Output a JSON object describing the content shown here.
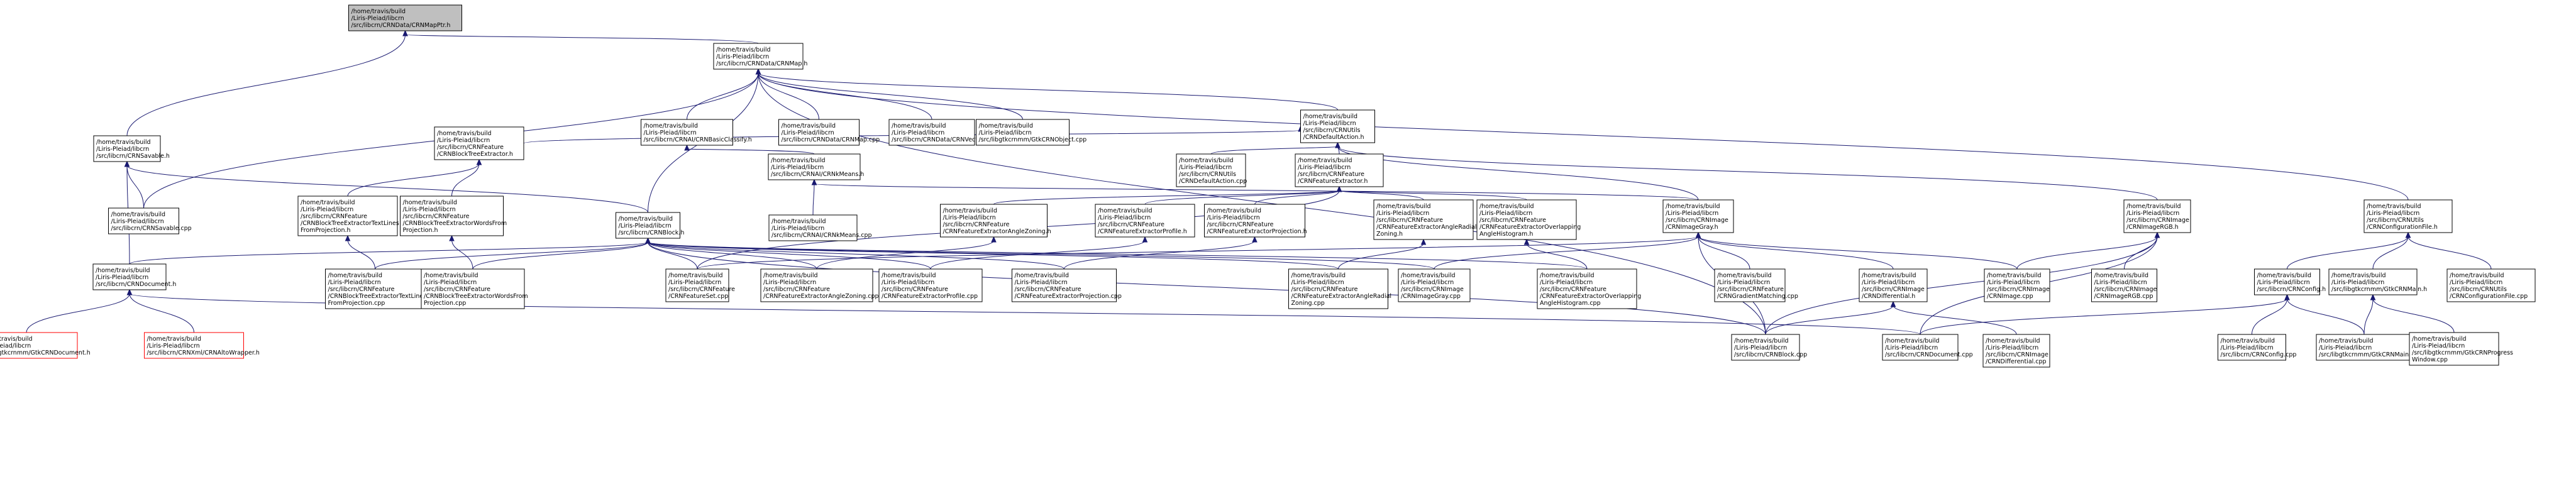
{
  "diagram": {
    "type": "include-dependency-graph",
    "colors": {
      "edge": "#191970",
      "root_fill": "#bfbfbf",
      "node_border": "#000000",
      "missing_border": "#ff0000",
      "node_fill": "#ffffff"
    },
    "nodes": [
      {
        "id": "map_ptr_h",
        "lines": [
          "/home/travis/build",
          "/Liris-Pleiad/libcrn",
          "/src/libcrn/CRNData/CRNMapPtr.h"
        ],
        "style": "root"
      },
      {
        "id": "map_h",
        "lines": [
          "/home/travis/build",
          "/Liris-Pleiad/libcrn",
          "/src/libcrn/CRNData/CRNMap.h"
        ],
        "style": "normal"
      },
      {
        "id": "savable_h",
        "lines": [
          "/home/travis/build",
          "/Liris-Pleiad/libcrn",
          "/src/libcrn/CRNSavable.h"
        ],
        "style": "normal"
      },
      {
        "id": "basic_classify_h",
        "lines": [
          "/home/travis/build",
          "/Liris-Pleiad/libcrn",
          "/src/libcrn/CRNAI/CRNBasicClassify.h"
        ],
        "style": "normal"
      },
      {
        "id": "map_cpp",
        "lines": [
          "/home/travis/build",
          "/Liris-Pleiad/libcrn",
          "/src/libcrn/CRNData/CRNMap.cpp"
        ],
        "style": "normal"
      },
      {
        "id": "vector_cpp",
        "lines": [
          "/home/travis/build",
          "/Liris-Pleiad/libcrn",
          "/src/libcrn/CRNData/CRNVector.cpp"
        ],
        "style": "normal"
      },
      {
        "id": "gtk_object_cpp",
        "lines": [
          "/home/travis/build",
          "/Liris-Pleiad/libcrn",
          "/src/libgtkcrnmm/GtkCRNObject.cpp"
        ],
        "style": "normal"
      },
      {
        "id": "default_action_h",
        "lines": [
          "/home/travis/build",
          "/Liris-Pleiad/libcrn",
          "/src/libcrn/CRNUtils",
          "/CRNDefaultAction.h"
        ],
        "style": "normal"
      },
      {
        "id": "block_tree_extractor_h",
        "lines": [
          "/home/travis/build",
          "/Liris-Pleiad/libcrn",
          "/src/libcrn/CRNFeature",
          "/CRNBlockTreeExtractor.h"
        ],
        "style": "normal"
      },
      {
        "id": "kmeans_h",
        "lines": [
          "/home/travis/build",
          "/Liris-Pleiad/libcrn",
          "/src/libcrn/CRNAI/CRNkMeans.h"
        ],
        "style": "normal"
      },
      {
        "id": "default_action_cpp",
        "lines": [
          "/home/travis/build",
          "/Liris-Pleiad/libcrn",
          "/src/libcrn/CRNUtils",
          "/CRNDefaultAction.cpp"
        ],
        "style": "normal"
      },
      {
        "id": "feature_extractor_h",
        "lines": [
          "/home/travis/build",
          "/Liris-Pleiad/libcrn",
          "/src/libcrn/CRNFeature",
          "/CRNFeatureExtractor.h"
        ],
        "style": "normal"
      },
      {
        "id": "savable_cpp",
        "lines": [
          "/home/travis/build",
          "/Liris-Pleiad/libcrn",
          "/src/libcrn/CRNSavable.cpp"
        ],
        "style": "normal"
      },
      {
        "id": "bte_text_lines_h",
        "lines": [
          "/home/travis/build",
          "/Liris-Pleiad/libcrn",
          "/src/libcrn/CRNFeature",
          "/CRNBlockTreeExtractorTextLines",
          "FromProjection.h"
        ],
        "style": "normal"
      },
      {
        "id": "bte_words_h",
        "lines": [
          "/home/travis/build",
          "/Liris-Pleiad/libcrn",
          "/src/libcrn/CRNFeature",
          "/CRNBlockTreeExtractorWordsFrom",
          "Projection.h"
        ],
        "style": "normal"
      },
      {
        "id": "block_h",
        "lines": [
          "/home/travis/build",
          "/Liris-Pleiad/libcrn",
          "/src/libcrn/CRNBlock.h"
        ],
        "style": "normal"
      },
      {
        "id": "kmeans_cpp",
        "lines": [
          "/home/travis/build",
          "/Liris-Pleiad/libcrn",
          "/src/libcrn/CRNAI/CRNkMeans.cpp"
        ],
        "style": "normal"
      },
      {
        "id": "fe_angle_zoning_h",
        "lines": [
          "/home/travis/build",
          "/Liris-Pleiad/libcrn",
          "/src/libcrn/CRNFeature",
          "/CRNFeatureExtractorAngleZoning.h"
        ],
        "style": "normal"
      },
      {
        "id": "fe_profile_h",
        "lines": [
          "/home/travis/build",
          "/Liris-Pleiad/libcrn",
          "/src/libcrn/CRNFeature",
          "/CRNFeatureExtractorProfile.h"
        ],
        "style": "normal"
      },
      {
        "id": "fe_projection_h",
        "lines": [
          "/home/travis/build",
          "/Liris-Pleiad/libcrn",
          "/src/libcrn/CRNFeature",
          "/CRNFeatureExtractorProjection.h"
        ],
        "style": "normal"
      },
      {
        "id": "fe_angle_radial_zoning_h",
        "lines": [
          "/home/travis/build",
          "/Liris-Pleiad/libcrn",
          "/src/libcrn/CRNFeature",
          "/CRNFeatureExtractorAngleRadial",
          "Zoning.h"
        ],
        "style": "normal"
      },
      {
        "id": "fe_overlapping_h",
        "lines": [
          "/home/travis/build",
          "/Liris-Pleiad/libcrn",
          "/src/libcrn/CRNFeature",
          "/CRNFeatureExtractorOverlapping",
          "AngleHistogram.h"
        ],
        "style": "normal"
      },
      {
        "id": "image_gray_h",
        "lines": [
          "/home/travis/build",
          "/Liris-Pleiad/libcrn",
          "/src/libcrn/CRNImage",
          "/CRNImageGray.h"
        ],
        "style": "normal"
      },
      {
        "id": "image_rgb_h",
        "lines": [
          "/home/travis/build",
          "/Liris-Pleiad/libcrn",
          "/src/libcrn/CRNImage",
          "/CRNImageRGB.h"
        ],
        "style": "normal"
      },
      {
        "id": "configuration_file_h",
        "lines": [
          "/home/travis/build",
          "/Liris-Pleiad/libcrn",
          "/src/libcrn/CRNUtils",
          "/CRNConfigurationFile.h"
        ],
        "style": "normal"
      },
      {
        "id": "document_h",
        "lines": [
          "/home/travis/build",
          "/Liris-Pleiad/libcrn",
          "/src/libcrn/CRNDocument.h"
        ],
        "style": "normal"
      },
      {
        "id": "bte_text_lines_cpp",
        "lines": [
          "/home/travis/build",
          "/Liris-Pleiad/libcrn",
          "/src/libcrn/CRNFeature",
          "/CRNBlockTreeExtractorTextLines",
          "FromProjection.cpp"
        ],
        "style": "normal"
      },
      {
        "id": "bte_words_cpp",
        "lines": [
          "/home/travis/build",
          "/Liris-Pleiad/libcrn",
          "/src/libcrn/CRNFeature",
          "/CRNBlockTreeExtractorWordsFrom",
          "Projection.cpp"
        ],
        "style": "normal"
      },
      {
        "id": "feature_set_cpp",
        "lines": [
          "/home/travis/build",
          "/Liris-Pleiad/libcrn",
          "/src/libcrn/CRNFeature",
          "/CRNFeatureSet.cpp"
        ],
        "style": "normal"
      },
      {
        "id": "fe_angle_zoning_cpp",
        "lines": [
          "/home/travis/build",
          "/Liris-Pleiad/libcrn",
          "/src/libcrn/CRNFeature",
          "/CRNFeatureExtractorAngleZoning.cpp"
        ],
        "style": "normal"
      },
      {
        "id": "fe_profile_cpp",
        "lines": [
          "/home/travis/build",
          "/Liris-Pleiad/libcrn",
          "/src/libcrn/CRNFeature",
          "/CRNFeatureExtractorProfile.cpp"
        ],
        "style": "normal"
      },
      {
        "id": "fe_projection_cpp",
        "lines": [
          "/home/travis/build",
          "/Liris-Pleiad/libcrn",
          "/src/libcrn/CRNFeature",
          "/CRNFeatureExtractorProjection.cpp"
        ],
        "style": "normal"
      },
      {
        "id": "fe_angle_radial_zoning_cpp",
        "lines": [
          "/home/travis/build",
          "/Liris-Pleiad/libcrn",
          "/src/libcrn/CRNFeature",
          "/CRNFeatureExtractorAngleRadial",
          "Zoning.cpp"
        ],
        "style": "normal"
      },
      {
        "id": "image_gray_cpp",
        "lines": [
          "/home/travis/build",
          "/Liris-Pleiad/libcrn",
          "/src/libcrn/CRNImage",
          "/CRNImageGray.cpp"
        ],
        "style": "normal"
      },
      {
        "id": "fe_overlapping_cpp",
        "lines": [
          "/home/travis/build",
          "/Liris-Pleiad/libcrn",
          "/src/libcrn/CRNFeature",
          "/CRNFeatureExtractorOverlapping",
          "AngleHistogram.cpp"
        ],
        "style": "normal"
      },
      {
        "id": "gradient_matching_cpp",
        "lines": [
          "/home/travis/build",
          "/Liris-Pleiad/libcrn",
          "/src/libcrn/CRNFeature",
          "/CRNGradientMatching.cpp"
        ],
        "style": "normal"
      },
      {
        "id": "differential_h",
        "lines": [
          "/home/travis/build",
          "/Liris-Pleiad/libcrn",
          "/src/libcrn/CRNImage",
          "/CRNDifferential.h"
        ],
        "style": "normal"
      },
      {
        "id": "image_cpp",
        "lines": [
          "/home/travis/build",
          "/Liris-Pleiad/libcrn",
          "/src/libcrn/CRNImage",
          "/CRNImage.cpp"
        ],
        "style": "normal"
      },
      {
        "id": "image_rgb_cpp",
        "lines": [
          "/home/travis/build",
          "/Liris-Pleiad/libcrn",
          "/src/libcrn/CRNImage",
          "/CRNImageRGB.cpp"
        ],
        "style": "normal"
      },
      {
        "id": "config_h",
        "lines": [
          "/home/travis/build",
          "/Liris-Pleiad/libcrn",
          "/src/libcrn/CRNConfig.h"
        ],
        "style": "normal"
      },
      {
        "id": "gtk_crn_main_h",
        "lines": [
          "/home/travis/build",
          "/Liris-Pleiad/libcrn",
          "/src/libgtkcrnmm/GtkCRNMain.h"
        ],
        "style": "normal"
      },
      {
        "id": "configuration_file_cpp",
        "lines": [
          "/home/travis/build",
          "/Liris-Pleiad/libcrn",
          "/src/libcrn/CRNUtils",
          "/CRNConfigurationFile.cpp"
        ],
        "style": "normal"
      },
      {
        "id": "gtk_crn_document_h",
        "lines": [
          "/home/travis/build",
          "/Liris-Pleiad/libcrn",
          "/src/libgtkcrnmm/GtkCRNDocument.h"
        ],
        "style": "missing"
      },
      {
        "id": "alto_wrapper_h",
        "lines": [
          "/home/travis/build",
          "/Liris-Pleiad/libcrn",
          "/src/libcrn/CRNXml/CRNAltoWrapper.h"
        ],
        "style": "missing"
      },
      {
        "id": "block_cpp",
        "lines": [
          "/home/travis/build",
          "/Liris-Pleiad/libcrn",
          "/src/libcrn/CRNBlock.cpp"
        ],
        "style": "normal"
      },
      {
        "id": "document_cpp",
        "lines": [
          "/home/travis/build",
          "/Liris-Pleiad/libcrn",
          "/src/libcrn/CRNDocument.cpp"
        ],
        "style": "normal"
      },
      {
        "id": "differential_cpp",
        "lines": [
          "/home/travis/build",
          "/Liris-Pleiad/libcrn",
          "/src/libcrn/CRNImage",
          "/CRNDifferential.cpp"
        ],
        "style": "normal"
      },
      {
        "id": "config_cpp",
        "lines": [
          "/home/travis/build",
          "/Liris-Pleiad/libcrn",
          "/src/libcrn/CRNConfig.cpp"
        ],
        "style": "normal"
      },
      {
        "id": "gtk_crn_main_cpp",
        "lines": [
          "/home/travis/build",
          "/Liris-Pleiad/libcrn",
          "/src/libgtkcrnmm/GtkCRNMain.cpp"
        ],
        "style": "normal"
      },
      {
        "id": "gtk_crn_progress_window_cpp",
        "lines": [
          "/home/travis/build",
          "/Liris-Pleiad/libcrn",
          "/src/libgtkcrnmm/GtkCRNProgress",
          "Window.cpp"
        ],
        "style": "normal"
      }
    ],
    "edges": [
      [
        "map_ptr_h",
        "map_h"
      ],
      [
        "map_ptr_h",
        "savable_h"
      ],
      [
        "map_h",
        "basic_classify_h"
      ],
      [
        "map_h",
        "map_cpp"
      ],
      [
        "map_h",
        "vector_cpp"
      ],
      [
        "map_h",
        "gtk_object_cpp"
      ],
      [
        "map_h",
        "default_action_h"
      ],
      [
        "map_h",
        "block_h"
      ],
      [
        "map_h",
        "savable_cpp"
      ],
      [
        "map_h",
        "configuration_file_h"
      ],
      [
        "map_h",
        "block_cpp"
      ],
      [
        "savable_h",
        "savable_cpp"
      ],
      [
        "savable_h",
        "document_h"
      ],
      [
        "savable_h",
        "block_h"
      ],
      [
        "basic_classify_h",
        "kmeans_h"
      ],
      [
        "kmeans_h",
        "kmeans_cpp"
      ],
      [
        "kmeans_h",
        "image_gray_h"
      ],
      [
        "default_action_h",
        "block_tree_extractor_h"
      ],
      [
        "default_action_h",
        "default_action_cpp"
      ],
      [
        "default_action_h",
        "feature_extractor_h"
      ],
      [
        "default_action_h",
        "image_gray_h"
      ],
      [
        "default_action_h",
        "image_rgb_h"
      ],
      [
        "block_tree_extractor_h",
        "bte_text_lines_h"
      ],
      [
        "block_tree_extractor_h",
        "bte_words_h"
      ],
      [
        "bte_text_lines_h",
        "bte_text_lines_cpp"
      ],
      [
        "bte_words_h",
        "bte_words_cpp"
      ],
      [
        "feature_extractor_h",
        "fe_angle_zoning_h"
      ],
      [
        "feature_extractor_h",
        "fe_profile_h"
      ],
      [
        "feature_extractor_h",
        "fe_projection_h"
      ],
      [
        "feature_extractor_h",
        "fe_angle_radial_zoning_h"
      ],
      [
        "feature_extractor_h",
        "fe_overlapping_h"
      ],
      [
        "feature_extractor_h",
        "feature_set_cpp"
      ],
      [
        "fe_angle_zoning_h",
        "fe_angle_zoning_cpp"
      ],
      [
        "fe_profile_h",
        "fe_profile_cpp"
      ],
      [
        "fe_projection_h",
        "fe_projection_cpp"
      ],
      [
        "fe_angle_radial_zoning_h",
        "fe_angle_radial_zoning_cpp"
      ],
      [
        "fe_overlapping_h",
        "fe_overlapping_cpp"
      ],
      [
        "block_h",
        "document_h"
      ],
      [
        "block_h",
        "bte_text_lines_cpp"
      ],
      [
        "block_h",
        "bte_words_cpp"
      ],
      [
        "block_h",
        "feature_set_cpp"
      ],
      [
        "block_h",
        "fe_angle_zoning_cpp"
      ],
      [
        "block_h",
        "fe_profile_cpp"
      ],
      [
        "block_h",
        "fe_projection_cpp"
      ],
      [
        "block_h",
        "fe_angle_radial_zoning_cpp"
      ],
      [
        "block_h",
        "image_gray_cpp"
      ],
      [
        "block_h",
        "fe_overlapping_cpp"
      ],
      [
        "block_h",
        "block_cpp"
      ],
      [
        "image_gray_h",
        "image_gray_cpp"
      ],
      [
        "image_gray_h",
        "gradient_matching_cpp"
      ],
      [
        "image_gray_h",
        "differential_h"
      ],
      [
        "image_gray_h",
        "image_cpp"
      ],
      [
        "image_gray_h",
        "block_cpp"
      ],
      [
        "image_gray_h",
        "feature_set_cpp"
      ],
      [
        "differential_h",
        "differential_cpp"
      ],
      [
        "differential_h",
        "block_cpp"
      ],
      [
        "image_rgb_h",
        "image_cpp"
      ],
      [
        "image_rgb_h",
        "image_rgb_cpp"
      ],
      [
        "image_rgb_h",
        "block_cpp"
      ],
      [
        "image_rgb_h",
        "document_cpp"
      ],
      [
        "configuration_file_h",
        "config_h"
      ],
      [
        "configuration_file_h",
        "gtk_crn_main_h"
      ],
      [
        "configuration_file_h",
        "configuration_file_cpp"
      ],
      [
        "config_h",
        "config_cpp"
      ],
      [
        "config_h",
        "gtk_crn_main_cpp"
      ],
      [
        "config_h",
        "document_cpp"
      ],
      [
        "gtk_crn_main_h",
        "gtk_crn_main_cpp"
      ],
      [
        "gtk_crn_main_h",
        "gtk_crn_progress_window_cpp"
      ],
      [
        "document_h",
        "gtk_crn_document_h"
      ],
      [
        "document_h",
        "alto_wrapper_h"
      ],
      [
        "document_h",
        "document_cpp"
      ]
    ]
  }
}
